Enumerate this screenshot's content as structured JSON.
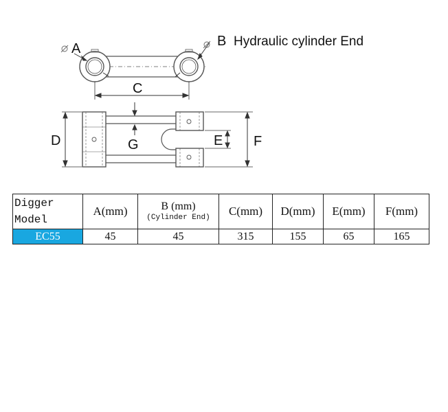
{
  "diagram": {
    "labels": {
      "a": "A",
      "b": "B",
      "b_text": "Hydraulic cylinder End",
      "c": "C",
      "d": "D",
      "e": "E",
      "f": "F",
      "g": "G"
    }
  },
  "table": {
    "header": {
      "model_line1": "Digger",
      "model_line2": "Model",
      "a": "A(mm)",
      "b_main": "B (mm)",
      "b_sub": "(Cylinder End)",
      "c": "C(mm)",
      "d": "D(mm)",
      "e": "E(mm)",
      "f": "F(mm)"
    },
    "row": {
      "model": "EC55",
      "a": "45",
      "b": "45",
      "c": "315",
      "d": "155",
      "e": "65",
      "f": "165"
    },
    "highlight_color": "#19a7e0"
  }
}
